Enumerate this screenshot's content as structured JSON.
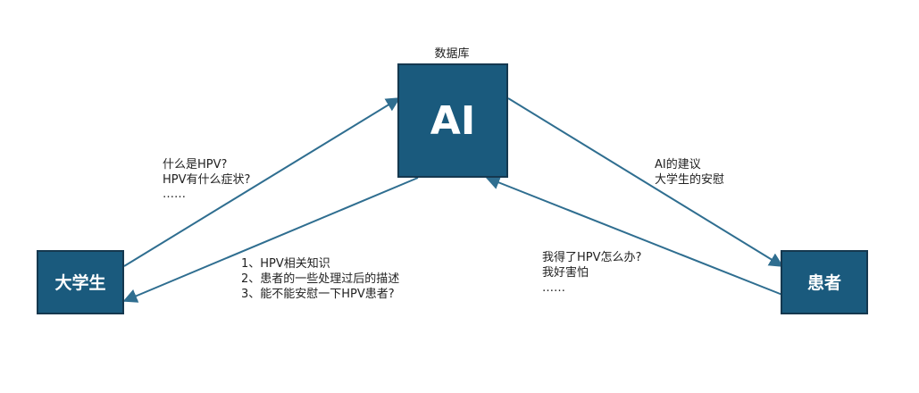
{
  "colors": {
    "node_fill": "#1a5a7d",
    "edge": "#2f6e90"
  },
  "nodes": {
    "ai": {
      "label": "AI",
      "caption": "数据库"
    },
    "student": {
      "label": "大学生"
    },
    "patient": {
      "label": "患者"
    }
  },
  "annotations": {
    "student_to_ai": [
      "什么是HPV?",
      "HPV有什么症状?",
      "……"
    ],
    "ai_to_student": [
      "1、HPV相关知识",
      "2、患者的一些处理过后的描述",
      "3、能不能安慰一下HPV患者?"
    ],
    "ai_to_patient": [
      "AI的建议",
      "大学生的安慰"
    ],
    "patient_to_ai": [
      "我得了HPV怎么办?",
      "我好害怕",
      "……"
    ]
  }
}
